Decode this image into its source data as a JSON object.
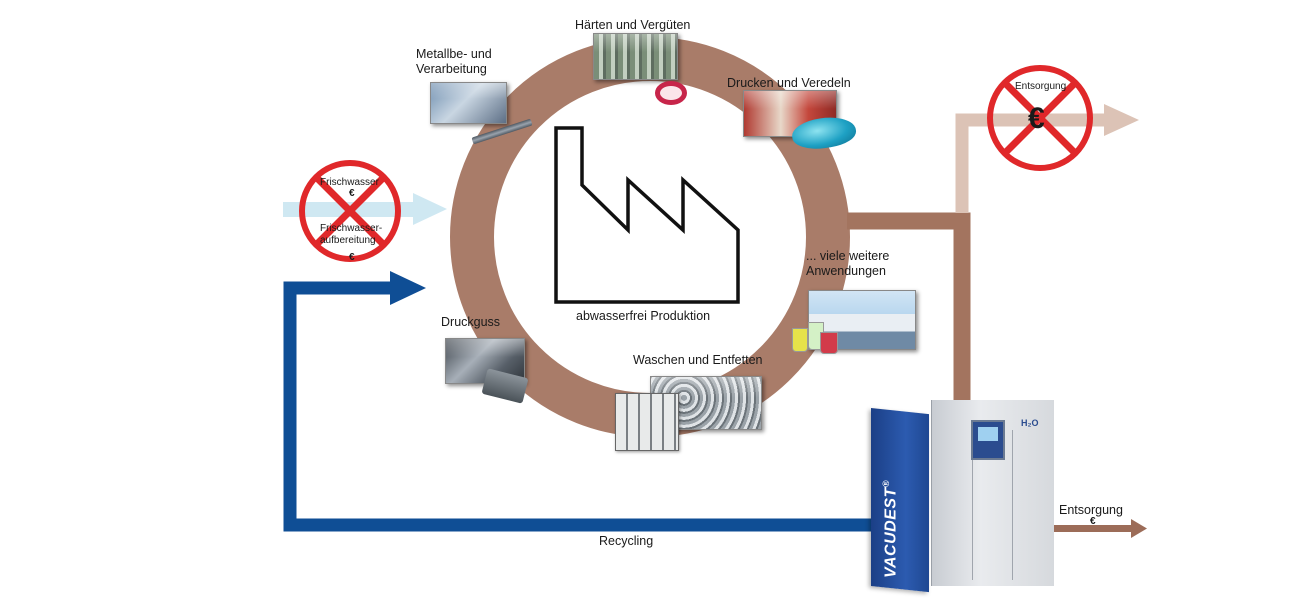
{
  "center": {
    "caption": "abwasserfrei Produktion",
    "icon": "factory-icon"
  },
  "applications": [
    {
      "name": "metal-processing",
      "label_line1": "Metallbe- und",
      "label_line2": "Verarbeitung"
    },
    {
      "name": "hardening",
      "label": "Härten und Vergüten"
    },
    {
      "name": "printing",
      "label": "Drucken und Veredeln"
    },
    {
      "name": "more",
      "label_line1": "... viele weitere",
      "label_line2": "Anwendungen"
    },
    {
      "name": "washing",
      "label": "Waschen und Entfetten"
    },
    {
      "name": "die-casting",
      "label": "Druckguss"
    }
  ],
  "fresh_water": {
    "label1": "Frischwasser",
    "euro1": "€",
    "label2_line1": "Frischwasser-",
    "label2_line2": "aufbereitung",
    "euro2": "€"
  },
  "disposal_top": {
    "label": "Entsorgung",
    "euro": "€"
  },
  "disposal_bottom": {
    "label": "Entsorgung",
    "euro": "€"
  },
  "recycling": {
    "label": "Recycling"
  },
  "machine": {
    "brand": "VACUDEST",
    "reg": "®",
    "badge": "H₂O"
  },
  "colors": {
    "ring": "#a97c69",
    "ring_dark": "#a3745f",
    "fresh_water": "#cfe8f2",
    "recycling": "#0f4e95",
    "prohibit": "#e0282a",
    "disposal_light": "#dcc3b6",
    "disposal": "#9c6c58"
  }
}
